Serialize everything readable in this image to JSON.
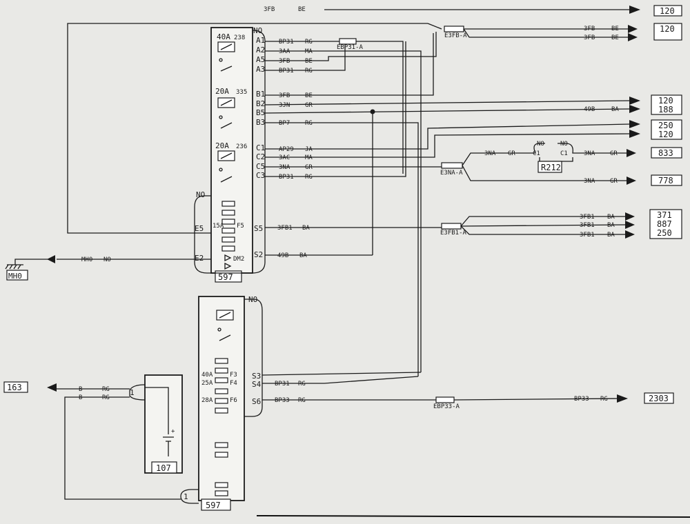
{
  "components": {
    "upper_box": "597",
    "lower_box": "597",
    "battery": "107",
    "relay": "R212",
    "ground": "MH0"
  },
  "upper_box": {
    "no_top": "NO",
    "no_left": "NO",
    "fuse_1": {
      "rating": "40A",
      "num": "238"
    },
    "fuse_2": {
      "rating": "20A",
      "num": "335"
    },
    "fuse_3": {
      "rating": "20A",
      "num": "236"
    },
    "f15": "15A",
    "f5": "F5",
    "dm2": "DM2",
    "pins": {
      "A1": "A1",
      "A2": "A2",
      "A5": "A5",
      "A3": "A3",
      "B1": "B1",
      "B2": "B2",
      "B5": "B5",
      "B3": "B3",
      "C1": "C1",
      "C2": "C2",
      "C5": "C5",
      "C3": "C3",
      "S5": "S5",
      "S2": "S2",
      "E5": "E5",
      "E2": "E2"
    }
  },
  "lower_box": {
    "no_top": "NO",
    "f40": "40A",
    "f3": "F3",
    "f25": "25A",
    "f4": "F4",
    "f28": "28A",
    "f6": "F6",
    "pins": {
      "S3": "S3",
      "S4": "S4",
      "S6": "S6"
    },
    "pin_left": "1"
  },
  "battery_pin": "1",
  "battery_plus": "+",
  "wires": {
    "w3fb_be": {
      "code": "3FB",
      "color": "BE"
    },
    "a1": {
      "code": "BP31",
      "color": "RG"
    },
    "a2": {
      "code": "3AA",
      "color": "MA"
    },
    "a5": {
      "code": "3FB",
      "color": "BE"
    },
    "a3": {
      "code": "BP31",
      "color": "RG"
    },
    "b1": {
      "code": "3FB",
      "color": "BE"
    },
    "b2": {
      "code": "3JN",
      "color": "GR"
    },
    "b3": {
      "code": "BP7",
      "color": "RG"
    },
    "c1": {
      "code": "AP29",
      "color": "JA"
    },
    "c2": {
      "code": "3AC",
      "color": "MA"
    },
    "c5": {
      "code": "3NA",
      "color": "GR"
    },
    "c3": {
      "code": "BP31",
      "color": "RG"
    },
    "s5": {
      "code": "3FB1",
      "color": "BA"
    },
    "s2": {
      "code": "49B",
      "color": "BA"
    },
    "e2": {
      "code": "MH0",
      "color": "NO"
    },
    "r1": {
      "code": "3FB",
      "color": "BE"
    },
    "r2": {
      "code": "3FB",
      "color": "BE"
    },
    "r49b": {
      "code": "49B",
      "color": "BA"
    },
    "e3na_in": {
      "code": "3NA",
      "color": "GR"
    },
    "r212_out": {
      "code": "3NA",
      "color": "GR"
    },
    "n778": {
      "code": "3NA",
      "color": "GR"
    },
    "fb1_1": {
      "code": "3FB1",
      "color": "BA"
    },
    "fb1_2": {
      "code": "3FB1",
      "color": "BA"
    },
    "fb1_3": {
      "code": "3FB1",
      "color": "BA"
    },
    "s4": {
      "code": "BP31",
      "color": "RG"
    },
    "s6": {
      "code": "BP33",
      "color": "RG"
    },
    "bp33_out": {
      "code": "BP33",
      "color": "RG"
    },
    "bat1": {
      "code": "B",
      "color": "RG"
    },
    "bat2": {
      "code": "B",
      "color": "RG"
    }
  },
  "splices": {
    "ebp31": "EBP31-A",
    "e3fb": "E3FB-A",
    "e3na": "E3NA-A",
    "e3fb1": "E3FB1-A",
    "ebp33": "EBP33-A"
  },
  "relay_r212": {
    "no_left": "NO",
    "no_right": "NO",
    "c1_left": "C1",
    "c1_right": "C1"
  },
  "refs": {
    "top": "120",
    "r1": "120",
    "r2_pair": [
      "120",
      "188"
    ],
    "r3_pair": [
      "250",
      "120"
    ],
    "r833": "833",
    "r778": "778",
    "r_triple": [
      "371",
      "887",
      "250"
    ],
    "r2303": "2303",
    "left_163": "163"
  }
}
